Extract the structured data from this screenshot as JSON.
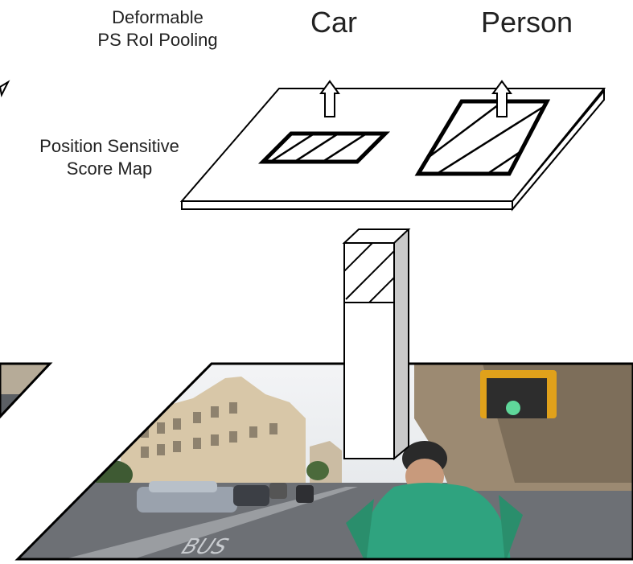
{
  "labels": {
    "deformable_line1": "Deformable",
    "deformable_line2": "PS RoI Pooling",
    "class_car": "Car",
    "class_person": "Person",
    "score_map_line1": "Position Sensitive",
    "score_map_line2": "Score Map",
    "road_marking": "BUS"
  },
  "colors": {
    "outline": "#000000",
    "sky": "#e9edf0",
    "building": "#d9c9ad",
    "road": "#6b6e73",
    "shirt": "#2fa37f",
    "signal_box": "#e0a11b",
    "pillar_side": "#c9c9c9"
  }
}
